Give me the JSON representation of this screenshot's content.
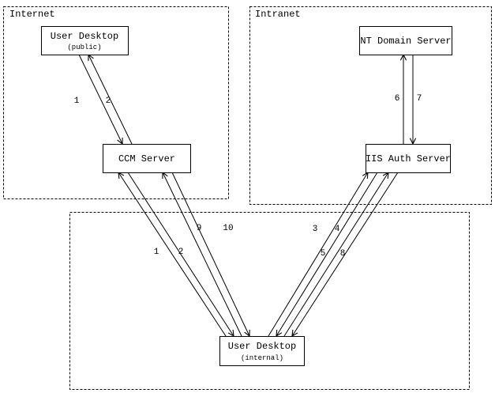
{
  "diagram": {
    "background": "#ffffff",
    "line_color": "#000000",
    "zones": {
      "internet": {
        "label": "Internet"
      },
      "intranet": {
        "label": "Intranet"
      },
      "internal": {}
    },
    "nodes": {
      "user_desktop_public": {
        "title": "User Desktop",
        "subtitle": "(public)"
      },
      "ccm_server": {
        "title": "CCM Server"
      },
      "nt_domain_server": {
        "title": "NT Domain Server"
      },
      "iis_auth_server": {
        "title": "IIS Auth Server"
      },
      "user_desktop_internal": {
        "title": "User Desktop",
        "subtitle": "(internal)"
      }
    },
    "edges": {
      "internet_1": {
        "label": "1",
        "from": "user_desktop_public",
        "to": "ccm_server"
      },
      "internet_2": {
        "label": "2",
        "from": "ccm_server",
        "to": "user_desktop_public"
      },
      "auth_6": {
        "label": "6",
        "from": "iis_auth_server",
        "to": "nt_domain_server"
      },
      "auth_7": {
        "label": "7",
        "from": "nt_domain_server",
        "to": "iis_auth_server"
      },
      "internal_1": {
        "label": "1",
        "from": "user_desktop_internal",
        "to": "ccm_server"
      },
      "internal_2": {
        "label": "2",
        "from": "ccm_server",
        "to": "user_desktop_internal"
      },
      "internal_9": {
        "label": "9",
        "from": "user_desktop_internal",
        "to": "ccm_server"
      },
      "internal_10": {
        "label": "10",
        "from": "ccm_server",
        "to": "user_desktop_internal"
      },
      "internal_3": {
        "label": "3",
        "from": "user_desktop_internal",
        "to": "iis_auth_server"
      },
      "internal_4": {
        "label": "4",
        "from": "iis_auth_server",
        "to": "user_desktop_internal"
      },
      "internal_5": {
        "label": "5",
        "from": "user_desktop_internal",
        "to": "iis_auth_server"
      },
      "internal_8": {
        "label": "8",
        "from": "iis_auth_server",
        "to": "user_desktop_internal"
      }
    }
  }
}
